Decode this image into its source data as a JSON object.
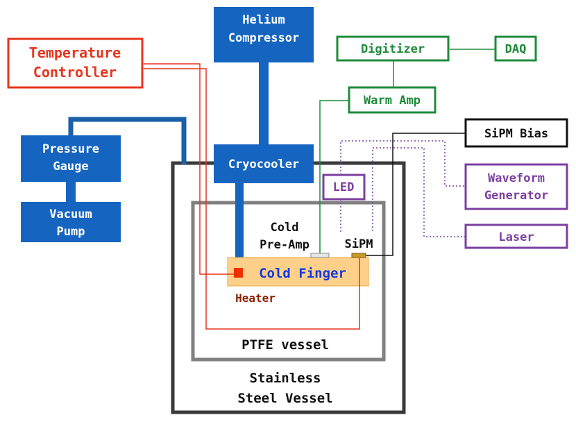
{
  "colors": {
    "blue_box": "#1565c0",
    "blue_line": "#1a5fa8",
    "red": "#e8341c",
    "green": "#1e8b3a",
    "purple": "#7b3fa0",
    "black": "#111111",
    "steel": "#3a3a3a",
    "ptfe": "#808080",
    "cold_finger_fill": "#ffd08a",
    "cold_finger_text": "#1437e0",
    "heater_text": "#8b2000",
    "sipm_chip": "#c89a2a",
    "preamp_chip": "#e6e6e6"
  },
  "labels": {
    "helium_compressor": [
      "Helium",
      "Compressor"
    ],
    "temperature_controller": [
      "Temperature",
      "Controller"
    ],
    "digitizer": "Digitizer",
    "daq": "DAQ",
    "warm_amp": "Warm Amp",
    "sipm_bias": "SiPM Bias",
    "pressure_gauge": [
      "Pressure",
      "Gauge"
    ],
    "vacuum_pump": [
      "Vacuum",
      "Pump"
    ],
    "cryocooler": "Cryocooler",
    "led": "LED",
    "waveform_generator": [
      "Waveform",
      "Generator"
    ],
    "laser": "Laser",
    "cold_preamp": [
      "Cold",
      "Pre-Amp"
    ],
    "sipm": "SiPM",
    "cold_finger": "Cold Finger",
    "heater": "Heater",
    "ptfe_vessel": "PTFE vessel",
    "stainless_steel_vessel": [
      "Stainless",
      "Steel Vessel"
    ]
  }
}
